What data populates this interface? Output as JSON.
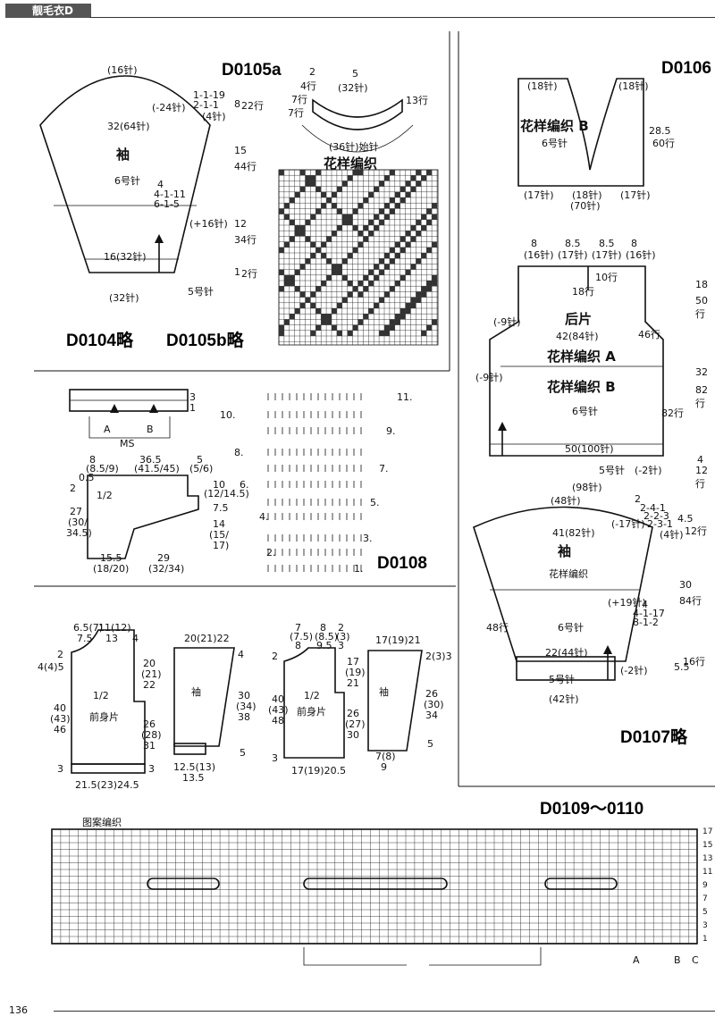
{
  "header": {
    "tab": "靓毛衣D"
  },
  "page_number": "136",
  "d0105a": {
    "code": "D0105a",
    "top_count": "(16针)",
    "width_label": "32(64针)",
    "piece": "袖",
    "needle": "6号针",
    "bottom_width": "16(32针)",
    "bottom_count": "(32针)",
    "needle_bottom": "5号针",
    "dec_rows": [
      "1-1-19",
      "2-1-1",
      "(4针)"
    ],
    "side_left_count": "(-24针)",
    "inc": [
      "4",
      "4-1-11",
      "6-1-5"
    ],
    "inc_count": "(+16针)",
    "side_measure": [
      "8",
      "22行",
      "15",
      "44行",
      "12",
      "34行",
      "1",
      "2行"
    ]
  },
  "d0104": {
    "code": "D0104略"
  },
  "d0105b": {
    "code": "D0105b略"
  },
  "collar": {
    "top": "5",
    "top_count": "(32针)",
    "left": [
      "2",
      "4行",
      "7行",
      "7行"
    ],
    "right": [
      "13行"
    ],
    "bottom": "(36针)始针"
  },
  "pattern_title": "花样编织",
  "d0106": {
    "code": "D0106",
    "top": "花样编织 B",
    "top_needle": "6号针",
    "top_counts": [
      "(18针)",
      "(18针)",
      "(17针)",
      "(18针)",
      "(17针)"
    ],
    "top_total": "(70针)",
    "top_side": [
      "28.5",
      "60行"
    ],
    "widths": [
      "8",
      "8.5",
      "8.5",
      "8",
      "(16针)",
      "(17针)",
      "(17针)",
      "(16针)"
    ],
    "back": "后片",
    "back_width": "42(84针)",
    "pattern_a": "花样编织 A",
    "pattern_b": "花样编织 B",
    "needle": "6号针",
    "bottom_width": "50(100针)",
    "bottom_needle": "5号针",
    "bottom_count": "(-2针)",
    "total": "(98针)",
    "left_counts": [
      "(-9针)",
      "(-9针)"
    ],
    "inner": [
      "10行",
      "18行",
      "46行",
      "82行"
    ],
    "right": [
      "18",
      "50行",
      "32",
      "82行",
      "4",
      "12行"
    ]
  },
  "d0107": {
    "code": "D0107略",
    "top_count": "(48针)",
    "width": "41(82针)",
    "piece": "袖",
    "pattern": "花样编织",
    "needle": "6号针",
    "bottom_width": "22(44针)",
    "bottom_needle": "5号针",
    "bottom_count": "(42针)",
    "dec": [
      "2",
      "2-4-1",
      "2-2-3",
      "2-3-1",
      "(4针)"
    ],
    "side_count": "(-17针)",
    "inc": [
      "(+19针)",
      "4",
      "4-1-17",
      "8-1-2"
    ],
    "left": [
      "48行"
    ],
    "right": [
      "4.5",
      "12行",
      "30",
      "84行",
      "5.5",
      "16行"
    ],
    "minus": "(-2针)"
  },
  "d0108": {
    "code": "D0108",
    "rows": [
      "1.",
      "2.",
      "3.",
      "4.",
      "5.",
      "6.",
      "7.",
      "8.",
      "9.",
      "10.",
      "11."
    ],
    "strip_num": [
      "3",
      "1"
    ],
    "ab": [
      "A",
      "B",
      "MS"
    ],
    "dims_top": [
      "8",
      "(8.5/9)",
      "36.5",
      "(41.5/45)",
      "5",
      "(5/6)"
    ],
    "dims_left": [
      "0.5",
      "2",
      "1/2",
      "27",
      "(30/",
      "34.5)"
    ],
    "dims_right": [
      "10",
      "(12/14.5)",
      "7.5",
      "14",
      "(15/",
      "17)"
    ],
    "dims_bottom": [
      "15.5",
      "(18/20)",
      "29",
      "(32/34)"
    ]
  },
  "d0109": {
    "code": "D0109～0110",
    "chart_title": "图案编织",
    "row_nums": [
      "17",
      "15",
      "13",
      "11",
      "9",
      "7",
      "5",
      "3",
      "1"
    ],
    "markers": [
      "A",
      "B",
      "C"
    ],
    "front_a": {
      "top": [
        "6.5(7)",
        "7.5",
        "11(12)",
        "13",
        "4"
      ],
      "label": "1/2",
      "name": "前身片",
      "left": [
        "2",
        "4(4)5",
        "40",
        "(43)",
        "46",
        "3"
      ],
      "right": [
        "20",
        "(21)",
        "22",
        "26",
        "(28)",
        "31",
        "3"
      ],
      "bottom": "21.5(23)24.5"
    },
    "sleeve_a": {
      "top": "20(21)22",
      "name": "袖",
      "right": [
        "4",
        "30",
        "(34)",
        "38",
        "5"
      ],
      "bottom": [
        "12.5(13)",
        "13.5"
      ]
    },
    "front_b": {
      "top": [
        "7",
        "(7.5)",
        "8",
        "8",
        "(8.5)",
        "9.5",
        "2",
        "(3)",
        "3"
      ],
      "label": "1/2",
      "name": "前身片",
      "left": [
        "2",
        "40",
        "(43)",
        "48",
        "3"
      ],
      "right": [
        "17",
        "(19)",
        "21",
        "26",
        "(27)",
        "30"
      ],
      "bottom": "17(19)20.5"
    },
    "sleeve_b": {
      "top": "17(19)21",
      "name": "袖",
      "right": [
        "2(3)3",
        "26",
        "(30)",
        "34",
        "5"
      ],
      "bottom": [
        "7(8)",
        "9"
      ]
    }
  }
}
